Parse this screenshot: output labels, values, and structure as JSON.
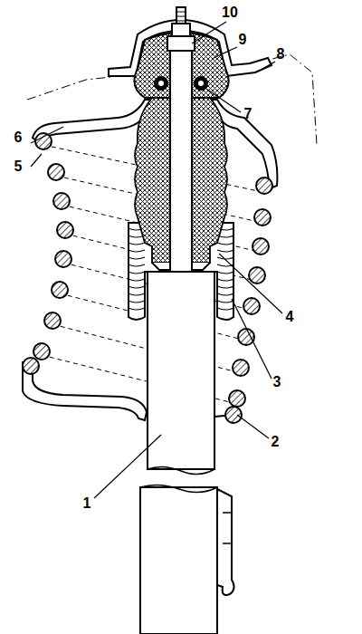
{
  "diagram": {
    "labels": [
      "10",
      "9",
      "8",
      "6",
      "7",
      "5",
      "4",
      "3",
      "2",
      "1"
    ]
  }
}
